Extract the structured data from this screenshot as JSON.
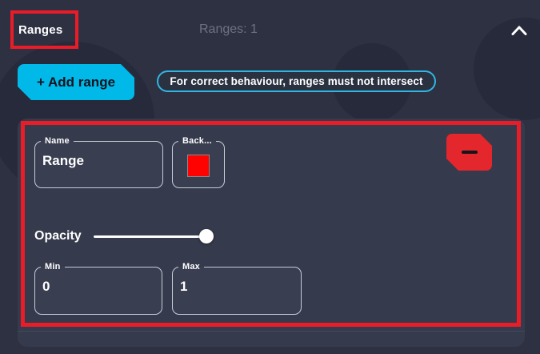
{
  "header": {
    "title": "Ranges",
    "count_label": "Ranges: 1",
    "collapse_icon": "chevron-up-icon"
  },
  "toolbar": {
    "add_button_label": "+ Add range",
    "warning_text": "For correct behaviour, ranges must not intersect"
  },
  "range_card": {
    "name_field": {
      "label": "Name",
      "value": "Range"
    },
    "background_field": {
      "label": "Back...",
      "swatch_color": "#fe0101"
    },
    "remove_button": {
      "icon": "minus-icon"
    },
    "opacity": {
      "label": "Opacity",
      "value_percent": 100
    },
    "min_field": {
      "label": "Min",
      "value": "0"
    },
    "max_field": {
      "label": "Max",
      "value": "1"
    }
  },
  "annotations": {
    "color": "#ea1c28",
    "regions": [
      "title",
      "range-form"
    ]
  },
  "colors": {
    "accent_cyan": "#00b9e9",
    "pill_border": "#2fb7e4",
    "remove_red": "#e4262d",
    "swatch_red": "#fe0101",
    "panel_bg": "#2e3142",
    "card_bg": "#353a4c"
  }
}
